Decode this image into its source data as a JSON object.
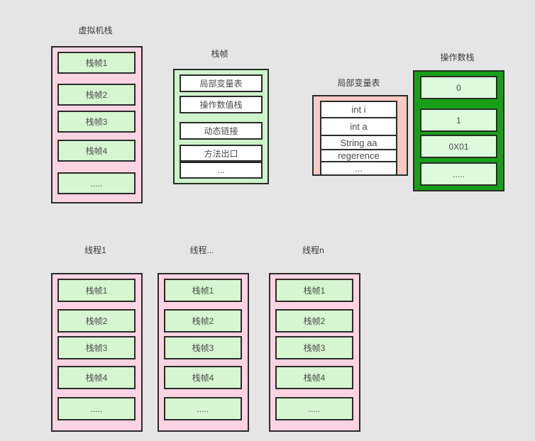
{
  "colors": {
    "canvas_bg": "#e5e5e5",
    "pink": "#fcd3e2",
    "salmon": "#f9c9c4",
    "container_green": "#cdf3cb",
    "operand_green": "#17a017",
    "box_green": "#d5f6d0",
    "box_green_light": "#defade",
    "border": "#2b2b2b"
  },
  "vm_stack": {
    "title": "虚拟机栈",
    "items": [
      "栈帧1",
      "栈帧2",
      "栈帧3",
      "栈帧4",
      "....."
    ]
  },
  "stack_frame": {
    "title": "栈帧",
    "items": [
      "局部变量表",
      "操作数值栈",
      "动态链接",
      "方法出口",
      "..."
    ]
  },
  "local_var_table": {
    "title": "局部变量表",
    "items": [
      "int i",
      "int a",
      "String aa",
      "regerence",
      "..."
    ]
  },
  "operand_stack": {
    "title": "操作数栈",
    "items": [
      "0",
      "1",
      "0X01",
      "....."
    ]
  },
  "threads": [
    {
      "title": "线程1",
      "items": [
        "栈帧1",
        "栈帧2",
        "栈帧3",
        "栈帧4",
        "....."
      ]
    },
    {
      "title": "线程...",
      "items": [
        "栈帧1",
        "栈帧2",
        "栈帧3",
        "栈帧4",
        "....."
      ]
    },
    {
      "title": "线程n",
      "items": [
        "栈帧1",
        "栈帧2",
        "栈帧3",
        "栈帧4",
        "....."
      ]
    }
  ]
}
